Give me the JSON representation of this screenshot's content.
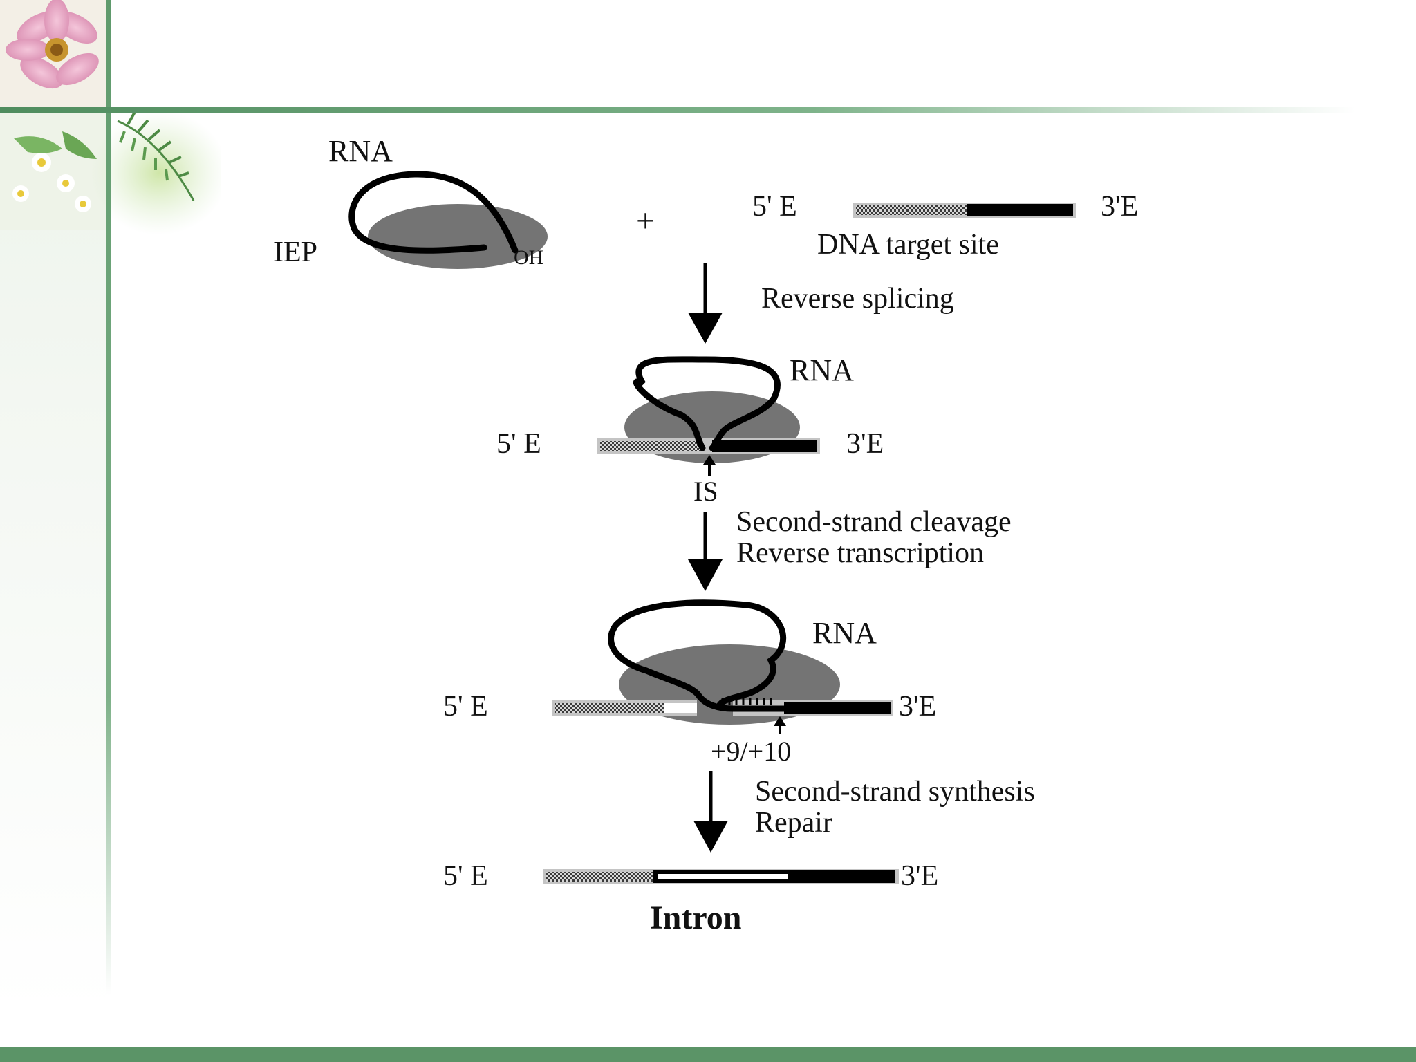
{
  "diagram": {
    "stage1": {
      "rna_label": "RNA",
      "iep_label": "IEP",
      "oh_label": "OH",
      "plus_sign": "+",
      "five_prime_label": "5' E",
      "three_prime_label": "3'E",
      "dna_target_label": "DNA target site"
    },
    "step1": {
      "label": "Reverse splicing"
    },
    "stage2": {
      "rna_label": "RNA",
      "five_prime_label": "5' E",
      "three_prime_label": "3'E",
      "is_label": "IS"
    },
    "step2": {
      "line1": "Second-strand cleavage",
      "line2": "Reverse transcription"
    },
    "stage3": {
      "rna_label": "RNA",
      "five_prime_label": "5' E",
      "three_prime_label": "3'E",
      "position_label": "+9/+10"
    },
    "step3": {
      "line1": "Second-strand synthesis",
      "line2": "Repair"
    },
    "stage4": {
      "five_prime_label": "5' E",
      "three_prime_label": "3'E",
      "intron_label": "Intron"
    }
  },
  "colors": {
    "frame_green": "#5b9467",
    "protein_gray": "#747474",
    "exon_black": "#000000"
  }
}
